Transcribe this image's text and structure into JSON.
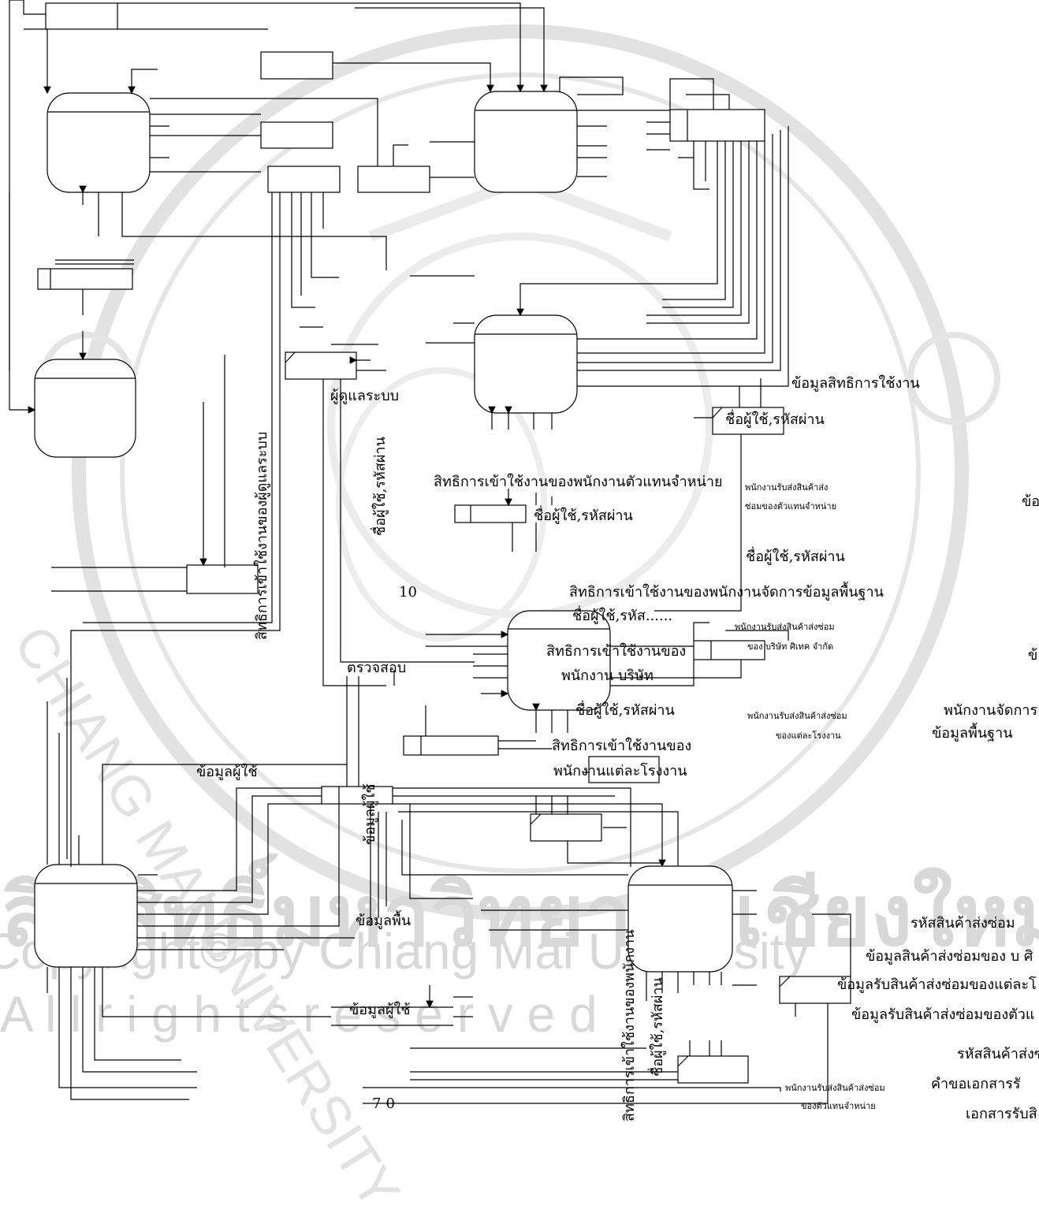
{
  "watermark": {
    "thai_line": "ลิขสิทธิ์มหาวิทยาลัยเชียงใหม่",
    "copyright_line": "Copyright© by Chiang Mai University",
    "rights_line": "A l l   r i g h t s   r e s e r v e d",
    "seal_text": "CHIANG MAI UNIVERSITY"
  },
  "labels": {
    "access_rights": "ข้อมูลสิทธิการใช้งาน",
    "username_password_1": "ชื่อผู้ใช้,รหัสผ่าน",
    "username_password_2": "ชื่อผู้ใช้,รหัสผ่าน",
    "username_password_3": "ชื่อผู้ใช้,รหัสผ่าน",
    "username_password_4": "ชื่อผู้ใช้,รหัสผ่าน",
    "username_password_vert_1": "ชื่อผู้ใช้,รหัสผ่าน",
    "username_password_vert_2": "ชื่อผู้ใช้,รหัสผ่าน",
    "admin": "ผู้ดูแลระบบ",
    "admin_rights_vert": "สิทธิการเข้าใช้งานของผู้ดูแลระบบ",
    "dealer_rights": "สิทธิการเข้าใช้งานของพนักงานตัวแทนจำหน่าย",
    "base_data_rights": "สิทธิการเข้าใช้งานของพนักงานจัดการข้อมูลพื้นฐาน",
    "company_rights_a": "สิทธิการเข้าใช้งานของ",
    "company_rights_b": "พนักงาน บริษัท",
    "username_pw_partial": "ชื่อผู้ใช้,รหัส......",
    "factory_rights_a": "สิทธิการเข้าใช้งานของ",
    "factory_rights_b": "พนักงานแต่ละโรงงาน",
    "check": "ตรวจสอบ",
    "ten": "10",
    "dealer_staff_a": "พนักงานรับส่งสินค้าส่ง",
    "dealer_staff_b": "ซ่อมของตัวแทนจำหน่าย",
    "company_staff_a": "พนักงานรับส่งสินค้าส่งซ่อม",
    "company_staff_b": "ของ บริษัท ศิเทค จำกัด",
    "factory_staff_a": "พนักงานรับส่งสินค้าส่งซ่อม",
    "factory_staff_b": "ของแต่ละโรงงาน",
    "base_staff_a": "พนักงานจัดการ",
    "base_staff_b": "ข้อมูลพื้นฐาน",
    "edge_a": "ข้อ",
    "edge_b": "ข้",
    "user_data_1": "ข้อมูลผู้ใช้",
    "user_data_2": "ข้อมูลผู้ใช้",
    "user_data_vert": "ข้อมูลผู้ใช้",
    "base_data": "ข้อมูลพื้น",
    "repair_code_1": "รหัสสินค้าส่งซ่อม",
    "repair_info_company": "ข้อมูลสินค้าส่งซ่อมของ บ ศิ",
    "receive_factory": "ข้อมูลรับสินค้าส่งซ่อมของแต่ละโ",
    "receive_dealer": "ข้อมูลรับสินค้าส่งซ่อมของตัวแ",
    "repair_code_2": "รหัสสินค้าส่งซ",
    "doc_request": "คำขอเอกสารรั",
    "doc_receive": "เอกสารรับสิ",
    "dealer_staff_bottom_a": "พนักงานรับส่งสินค้าส่งซ่อม",
    "dealer_staff_bottom_b": "ของตัวแทนจำหน่าย",
    "rights_bottom_vert": "สิทธิการเข้าใช้งานของพนักงาน",
    "page_number": "70"
  }
}
